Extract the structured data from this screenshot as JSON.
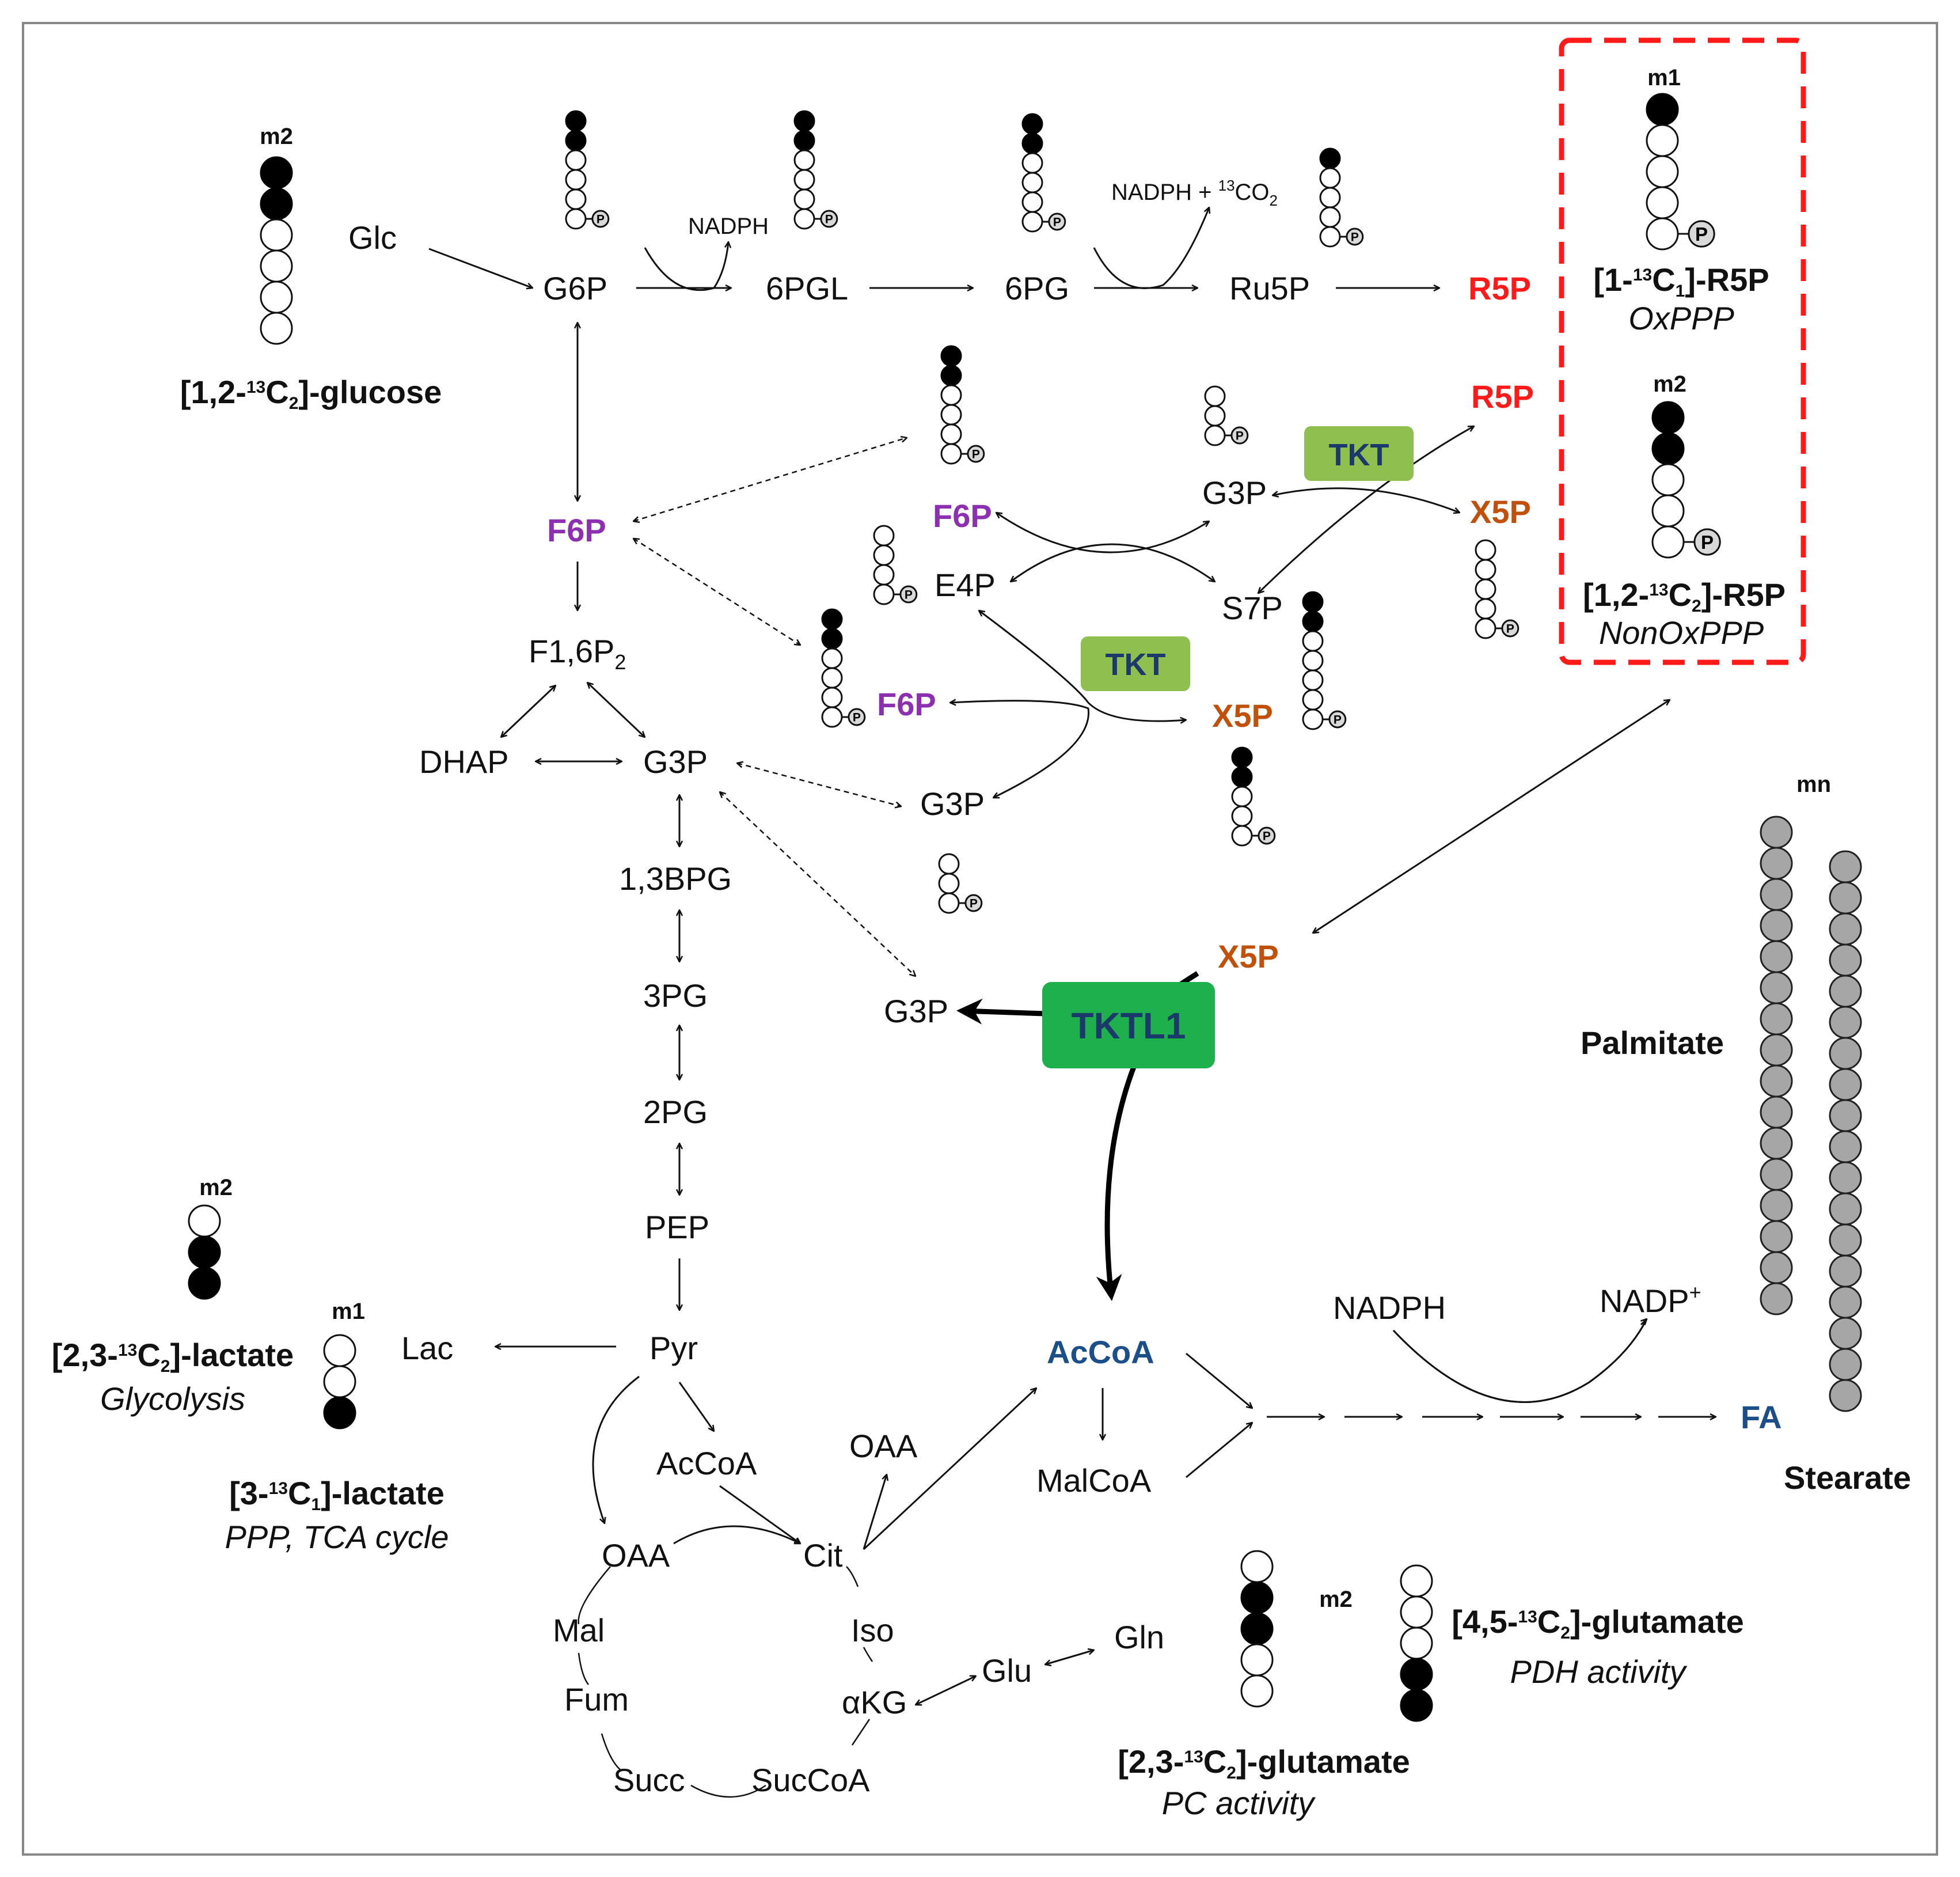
{
  "labels": {
    "glc": "Glc",
    "g6p": "G6P",
    "sixpgl": "6PGL",
    "sixpg": "6PG",
    "ru5p": "Ru5P",
    "r5p_top": "R5P",
    "nadph_1": "NADPH",
    "nadph_co2_pre": "NADPH + ",
    "co2_sup": "13",
    "co2_main": "CO",
    "co2_sub": "2",
    "f6p_left": "F6P",
    "f16p2_main": "F1,6P",
    "f16p2_sub": "2",
    "dhap": "DHAP",
    "g3p_main": "G3P",
    "bpg13": "1,3BPG",
    "pg3": "3PG",
    "pg2": "2PG",
    "pep": "PEP",
    "pyr": "Pyr",
    "lac": "Lac",
    "accoa_mid": "AcCoA",
    "oaa_cycle": "OAA",
    "cit": "Cit",
    "oaa_out": "OAA",
    "mal": "Mal",
    "iso": "Iso",
    "fum": "Fum",
    "akg": "αKG",
    "succ": "Succ",
    "succoa": "SucCoA",
    "glu": "Glu",
    "gln": "Gln",
    "f6p_mid": "F6P",
    "e4p": "E4P",
    "g3p_center": "G3P",
    "s7p": "S7P",
    "r5p_mid": "R5P",
    "x5p_right": "X5P",
    "f6p_low": "F6P",
    "x5p_low": "X5P",
    "g3p_low": "G3P",
    "x5p_tktl": "X5P",
    "g3p_tktl": "G3P",
    "accoa_big": "AcCoA",
    "malcoa": "MalCoA",
    "nadph_2": "NADPH",
    "nadp_main": "NADP",
    "nadp_sup": "+",
    "fa": "FA",
    "palmitate": "Palmitate",
    "stearate": "Stearate",
    "mn": "mn"
  },
  "enzymes": {
    "tkt_1": "TKT",
    "tkt_2": "TKT",
    "tktl1": "TKTL1"
  },
  "isotopologues": {
    "glucose": {
      "mass": "m2",
      "pre": "[1,2-",
      "sup": "13",
      "mid": "C",
      "sub": "2",
      "post": "]-glucose"
    },
    "r5p_ox": {
      "mass": "m1",
      "pre": "[1-",
      "sup": "13",
      "mid": "C",
      "sub": "1",
      "post": "]-R5P",
      "note": "OxPPP"
    },
    "r5p_nonox": {
      "mass": "m2",
      "pre": "[1,2-",
      "sup": "13",
      "mid": "C",
      "sub": "2",
      "post": "]-R5P",
      "note": "NonOxPPP"
    },
    "lactate_23": {
      "mass": "m2",
      "pre": "[2,3-",
      "sup": "13",
      "mid": "C",
      "sub": "2",
      "post": "]-lactate",
      "note": "Glycolysis"
    },
    "lactate_3": {
      "mass": "m1",
      "pre": "[3-",
      "sup": "13",
      "mid": "C",
      "sub": "1",
      "post": "]-lactate",
      "note": "PPP, TCA cycle"
    },
    "glutamate_23": {
      "mass": "m2",
      "pre": "[2,3-",
      "sup": "13",
      "mid": "C",
      "sub": "2",
      "post": "]-glutamate",
      "note": "PC activity"
    },
    "glutamate_45": {
      "pre": "[4,5-",
      "sup": "13",
      "mid": "C",
      "sub": "2",
      "post": "]-glutamate",
      "note": "PDH activity"
    }
  },
  "phosphate_symbol": "P",
  "colors": {
    "red": "#ff1a1a",
    "purple": "#8c2fb0",
    "orange": "#c0500a",
    "blue": "#1b4f8a",
    "tkt_box": "#8fbf4f",
    "tktl1_box": "#1fb04e",
    "dashed_box": "#ff1a1a"
  }
}
